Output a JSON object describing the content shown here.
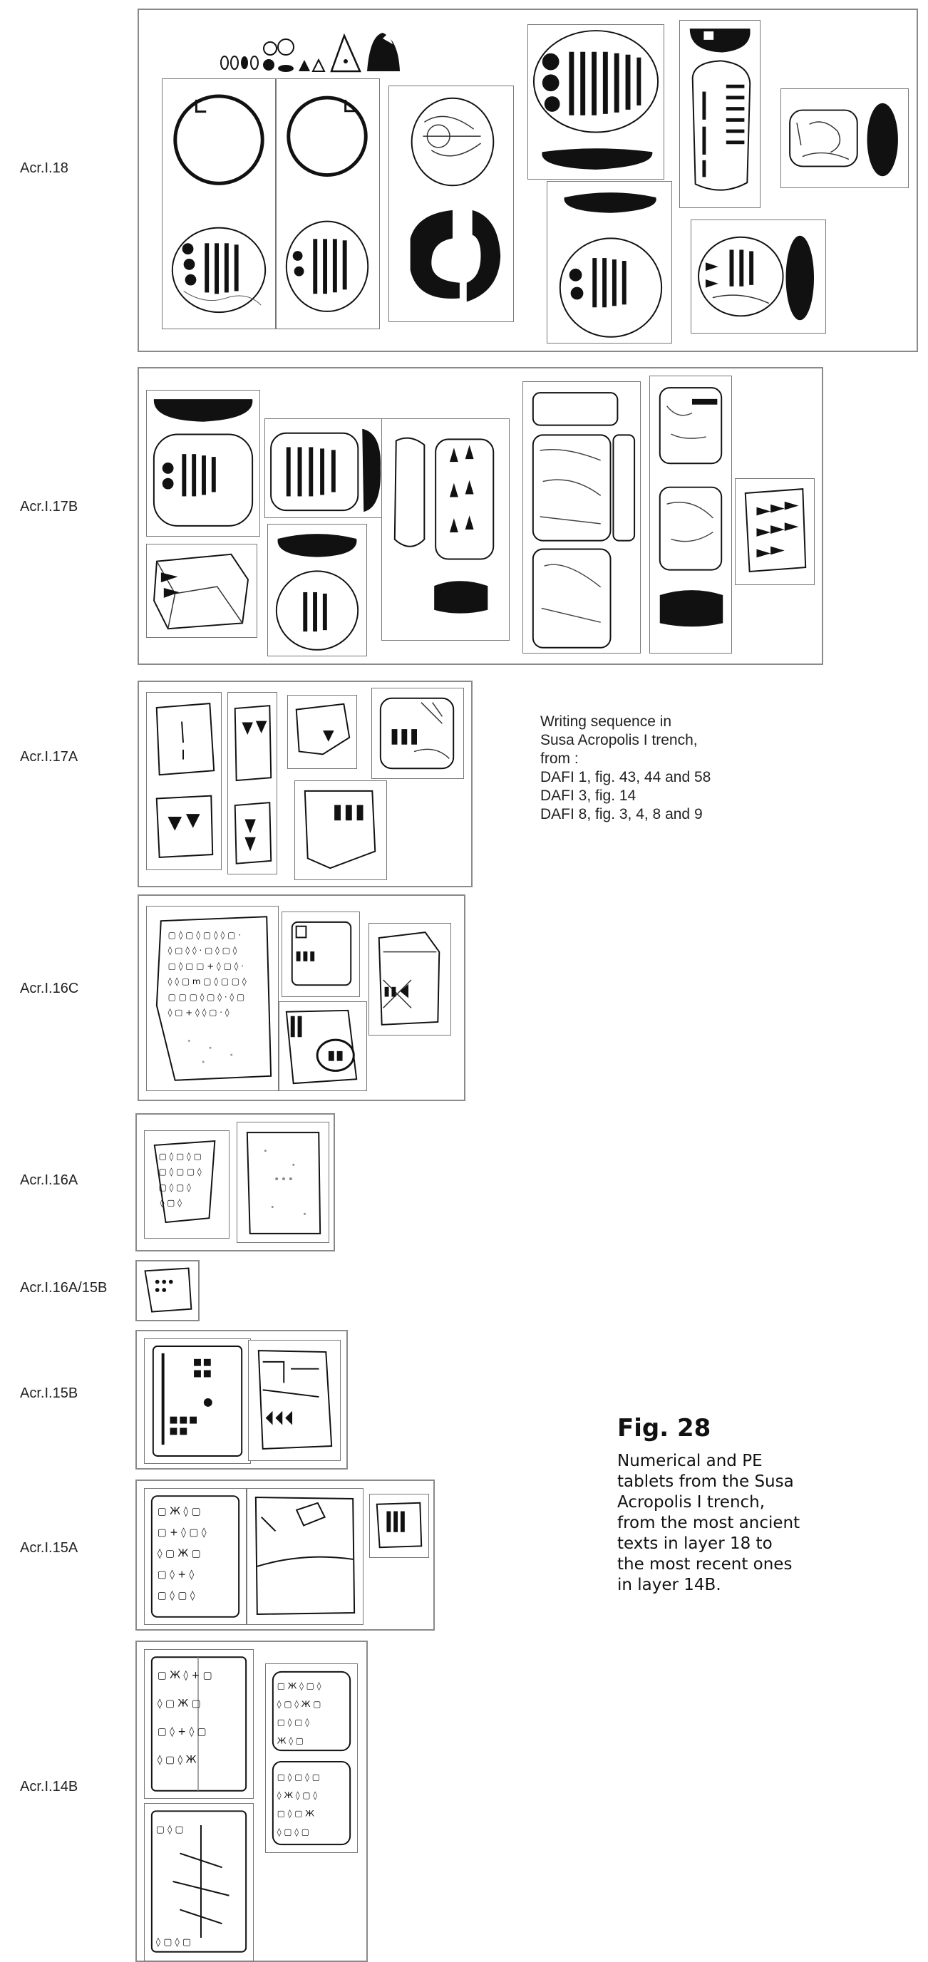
{
  "layers": [
    {
      "label": "Acr.I.18"
    },
    {
      "label": "Acr.I.17B"
    },
    {
      "label": "Acr.I.17A"
    },
    {
      "label": "Acr.I.16C"
    },
    {
      "label": "Acr.I.16A"
    },
    {
      "label": "Acr.I.16A/15B"
    },
    {
      "label": "Acr.I.15B"
    },
    {
      "label": "Acr.I.15A"
    },
    {
      "label": "Acr.I.14B"
    }
  ],
  "source_note": {
    "lines": [
      "Writing sequence in",
      "Susa Acropolis I trench,",
      "from :",
      "DAFI 1, fig. 43, 44 and 58",
      "DAFI 3, fig. 14",
      "DAFI 8, fig. 3, 4, 8 and 9"
    ]
  },
  "figure": {
    "title": "Fig. 28",
    "caption_lines": [
      "Numerical and PE",
      "tablets from the Susa",
      "Acropolis I trench,",
      "from the most ancient",
      "texts in layer 18 to",
      "the most recent ones",
      "in layer 14B."
    ]
  }
}
